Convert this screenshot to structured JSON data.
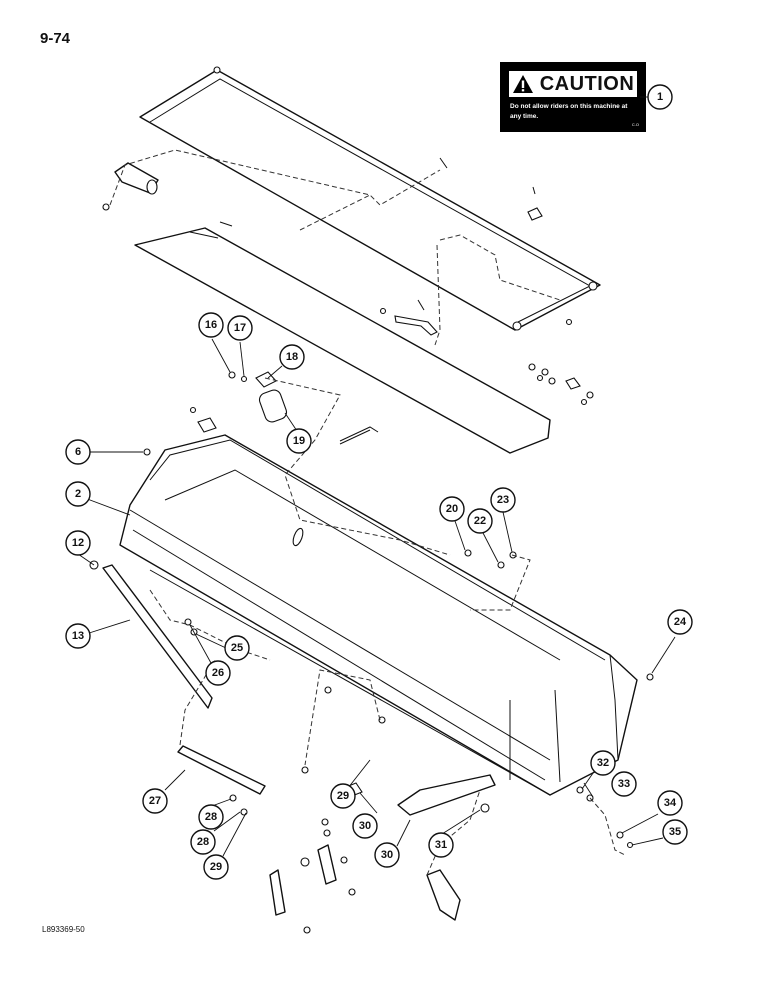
{
  "page_number": "9-74",
  "figure_code": "L893369-50",
  "caution_decal": {
    "header": "CAUTION",
    "message": "Do not allow riders on this machine at any time.",
    "code": "C.O"
  },
  "icons": {
    "warning": "warning-triangle-icon"
  },
  "callouts": [
    "1",
    "2",
    "6",
    "12",
    "13",
    "16",
    "17",
    "18",
    "19",
    "20",
    "22",
    "23",
    "24",
    "25",
    "26",
    "27",
    "28",
    "28",
    "29",
    "29",
    "30",
    "30",
    "31",
    "32",
    "33",
    "34",
    "35"
  ]
}
